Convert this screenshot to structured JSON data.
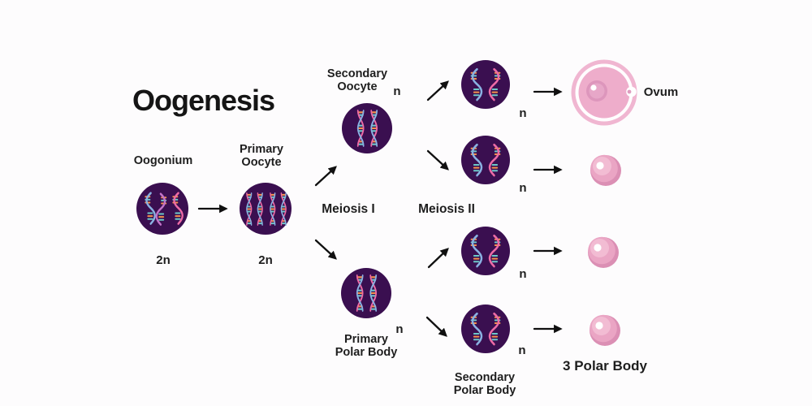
{
  "title": "Oogenesis",
  "stages": {
    "oogonium": {
      "name": [
        "Oogonium"
      ],
      "ploidy": "2n"
    },
    "primary_oocyte": {
      "name": [
        "Primary",
        "Oocyte"
      ],
      "ploidy": "2n"
    },
    "meiosis_i": "Meiosis I",
    "secondary_oocyte": {
      "name": [
        "Secondary",
        "Oocyte"
      ],
      "ploidy": "n"
    },
    "primary_polar_body": {
      "name": [
        "Primary",
        "Polar Body"
      ],
      "ploidy": "n"
    },
    "meiosis_ii": "Meiosis II",
    "secondary_polar_body": {
      "name": [
        "Secondary",
        "Polar Body"
      ]
    }
  },
  "meiosis_ii_products": {
    "ploidy_labels": [
      "n",
      "n",
      "n",
      "n"
    ]
  },
  "products": {
    "ovum_label": "Ovum",
    "polar_body_count_label": "3 Polar Body"
  },
  "colors": {
    "background": "#fdfcfd",
    "cell_fill": "#3a0f50",
    "dna_pink": "#ee6ba6",
    "dna_blue": "#8ab2e2",
    "dna_purple": "#c273c9",
    "rung_orange": "#f5924e",
    "rung_teal": "#6cc8c8",
    "ovum_ring": "#f0b6d1",
    "ovum_fill": "#eeadcb",
    "ovum_nucleus": "#dd96bc",
    "polar_body_fill": "#eaa5c4",
    "arrow": "#101010",
    "text": "#1e1e1e"
  }
}
